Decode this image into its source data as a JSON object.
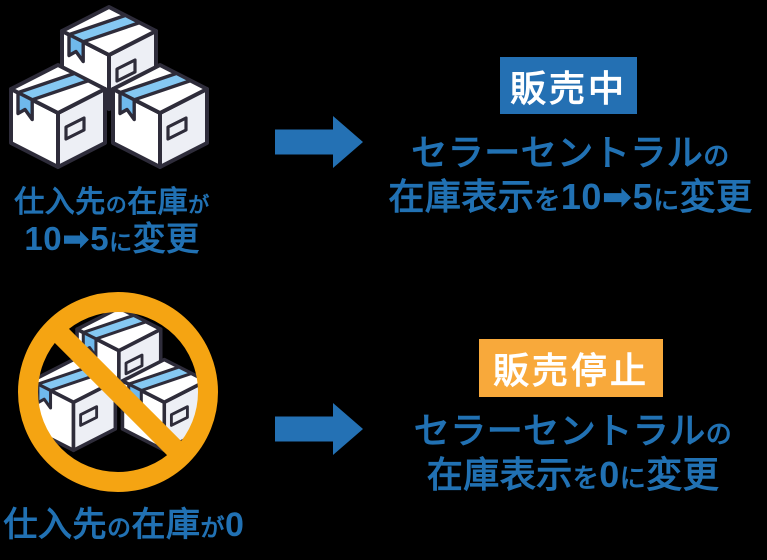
{
  "colors": {
    "background": "#000000",
    "text_blue": "#2171B3",
    "arrow_blue": "#2471B4",
    "badge_blue": "#2470B3",
    "badge_orange": "#F8A93B",
    "prohibition_orange": "#F5A412",
    "tape_blue": "#85C8F2",
    "box_outline": "#2E2C3A",
    "box_face_white": "#FFFFFF",
    "box_face_gray": "#EDEFF5"
  },
  "top_row": {
    "illustration": "stacked-boxes-icon",
    "source_caption": {
      "line1": [
        {
          "text": "仕入先",
          "size": "big"
        },
        {
          "text": "の",
          "size": "small"
        },
        {
          "text": "在庫",
          "size": "big"
        },
        {
          "text": "が",
          "size": "small"
        }
      ],
      "line2": [
        {
          "text": "10",
          "size": "big"
        },
        {
          "text": "➡",
          "size": "big"
        },
        {
          "text": "5",
          "size": "big"
        },
        {
          "text": "に",
          "size": "small"
        },
        {
          "text": "変更",
          "size": "big"
        }
      ]
    },
    "arrow": "right-arrow-icon",
    "status_badge": "販売中",
    "result_text": {
      "line1": [
        {
          "text": "セラーセントラル",
          "size": "big"
        },
        {
          "text": "の",
          "size": "small"
        }
      ],
      "line2": [
        {
          "text": "在庫表示",
          "size": "big"
        },
        {
          "text": "を",
          "size": "small"
        },
        {
          "text": "10",
          "size": "big"
        },
        {
          "text": "➡",
          "size": "big"
        },
        {
          "text": "5",
          "size": "big"
        },
        {
          "text": "に",
          "size": "small"
        },
        {
          "text": "変更",
          "size": "big"
        }
      ]
    }
  },
  "bottom_row": {
    "illustration": "prohibited-boxes-icon",
    "source_caption": {
      "line1": [
        {
          "text": "仕入先",
          "size": "big"
        },
        {
          "text": "の",
          "size": "small"
        },
        {
          "text": "在庫",
          "size": "big"
        },
        {
          "text": "が",
          "size": "small"
        },
        {
          "text": "0",
          "size": "big"
        }
      ]
    },
    "arrow": "right-arrow-icon",
    "status_badge": "販売停止",
    "result_text": {
      "line1": [
        {
          "text": "セラーセントラル",
          "size": "big"
        },
        {
          "text": "の",
          "size": "small"
        }
      ],
      "line2": [
        {
          "text": "在庫表示",
          "size": "big"
        },
        {
          "text": "を",
          "size": "small"
        },
        {
          "text": "0",
          "size": "big"
        },
        {
          "text": "に",
          "size": "small"
        },
        {
          "text": "変更",
          "size": "big"
        }
      ]
    }
  }
}
